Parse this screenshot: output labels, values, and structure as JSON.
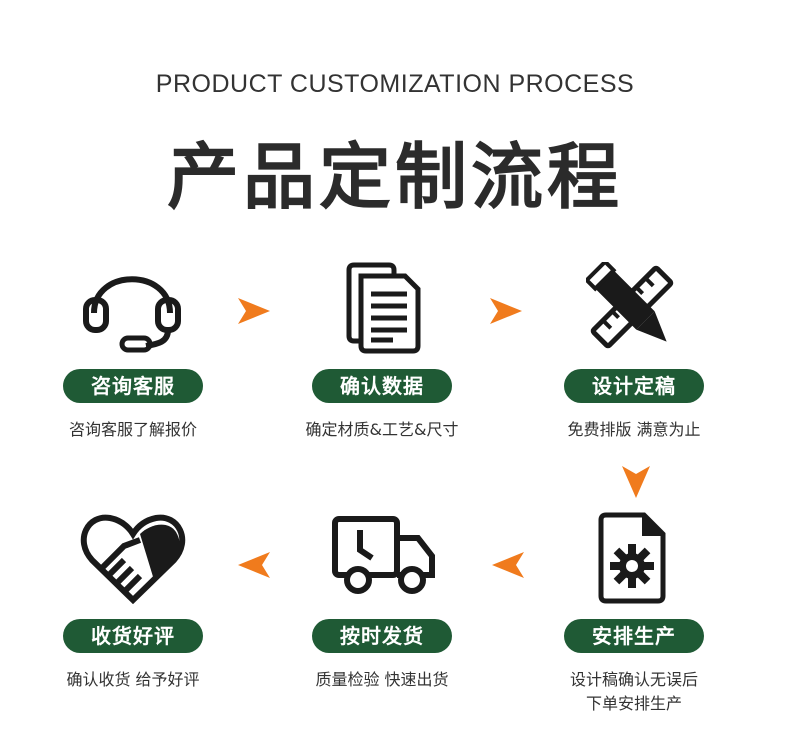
{
  "header": {
    "subtitle": "PRODUCT CUSTOMIZATION PROCESS",
    "title": "产品定制流程"
  },
  "steps": [
    {
      "label": "咨询客服",
      "desc": "咨询客服了解报价",
      "icon": "headset-icon"
    },
    {
      "label": "确认数据",
      "desc": "确定材质&工艺&尺寸",
      "icon": "documents-icon"
    },
    {
      "label": "设计定稿",
      "desc": "免费排版 满意为止",
      "icon": "pencil-ruler-icon"
    },
    {
      "label": "安排生产",
      "desc": "设计稿确认无误后",
      "desc2": "下单安排生产",
      "icon": "file-gear-icon"
    },
    {
      "label": "按时发货",
      "desc": "质量检验 快速出货",
      "icon": "delivery-truck-icon"
    },
    {
      "label": "收货好评",
      "desc": "确认收货 给予好评",
      "icon": "handshake-heart-icon"
    }
  ],
  "colors": {
    "pill": "#1f5a35",
    "arrow": "#f07b1d",
    "icon": "#1a1a1a"
  }
}
